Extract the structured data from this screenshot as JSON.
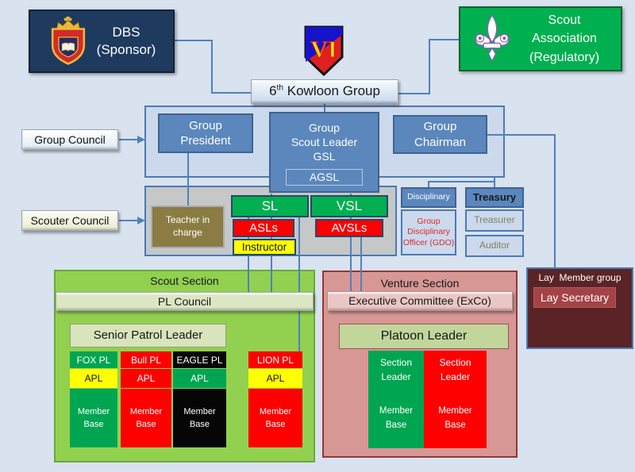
{
  "colors": {
    "background": "#d9e2ef",
    "connector_line": "#4f81bd",
    "dbs_navy": "#1e3a5f",
    "assoc_green": "#00b050",
    "box_blue": "#5b87bd",
    "container_blue": "#ccd9ec",
    "gray_container": "#c5c8c7",
    "teacher_olive": "#8a7c42",
    "red": "#fe0000",
    "yellow": "#ffff00",
    "black_box": "#060606",
    "section_green": "#00a551",
    "scout_bg": "#92d050",
    "pl_bar": "#dbe7c3",
    "pale_green": "#d8e4bb",
    "venture_bg": "#d79795",
    "venture_border": "#943634",
    "exco_pink": "#eac6c5",
    "platoon_green": "#c2d69b",
    "lay_maroon": "#5a2427",
    "lay_box": "#a34347",
    "gdo_text": "#d92b2b"
  },
  "top": {
    "dbs_line1": "DBS",
    "dbs_line2": "(Sponsor)",
    "assoc_label": "Scout Association (Regulatory)",
    "group_prefix": "6",
    "group_sup": "th",
    "group_rest": " Kowloon Group",
    "vi_monogram": "VI"
  },
  "left_labels": {
    "group_council": "Group Council",
    "scouter_council": "Scouter Council"
  },
  "group_level": {
    "president_l1": "Group",
    "president_l2": "President",
    "gsl_l1": "Group",
    "gsl_l2": "Scout Leader",
    "gsl_l3": "GSL",
    "agsl": "AGSL",
    "chairman_l1": "Group",
    "chairman_l2": "Chairman"
  },
  "scouter_level": {
    "teacher": "Teacher in charge",
    "sl": "SL",
    "vsl": "VSL",
    "asls": "ASLs",
    "avsls": "AVSLs",
    "instructor": "Instructor"
  },
  "disciplinary": {
    "header": "Disciplinary",
    "officer": "Group Disciplinary Officer (GDO)"
  },
  "treasury": {
    "header": "Treasury",
    "treasurer": "Treasurer",
    "auditor": "Auditor"
  },
  "scout_section": {
    "title": "Scout Section",
    "pl_council": "PL Council",
    "spl": "Senior Patrol Leader",
    "patrols": [
      {
        "name": "FOX PL",
        "apl": "APL",
        "member": "Member Base"
      },
      {
        "name": "Bull PL",
        "apl": "APL",
        "member": "Member Base"
      },
      {
        "name": "EAGLE PL",
        "apl": "APL",
        "member": "Member Base"
      },
      {
        "name": "LION PL",
        "apl": "APL",
        "member": "Member Base"
      }
    ]
  },
  "venture_section": {
    "title": "Venture Section",
    "exco": "Executive Committee (ExCo)",
    "platoon": "Platoon Leader",
    "teams": [
      {
        "leader": "Section Leader",
        "member": "Member Base"
      },
      {
        "leader": "Section Leader",
        "member": "Member Base"
      }
    ]
  },
  "lay_group": {
    "title": "Lay  Member group",
    "secretary": "Lay Secretary"
  }
}
